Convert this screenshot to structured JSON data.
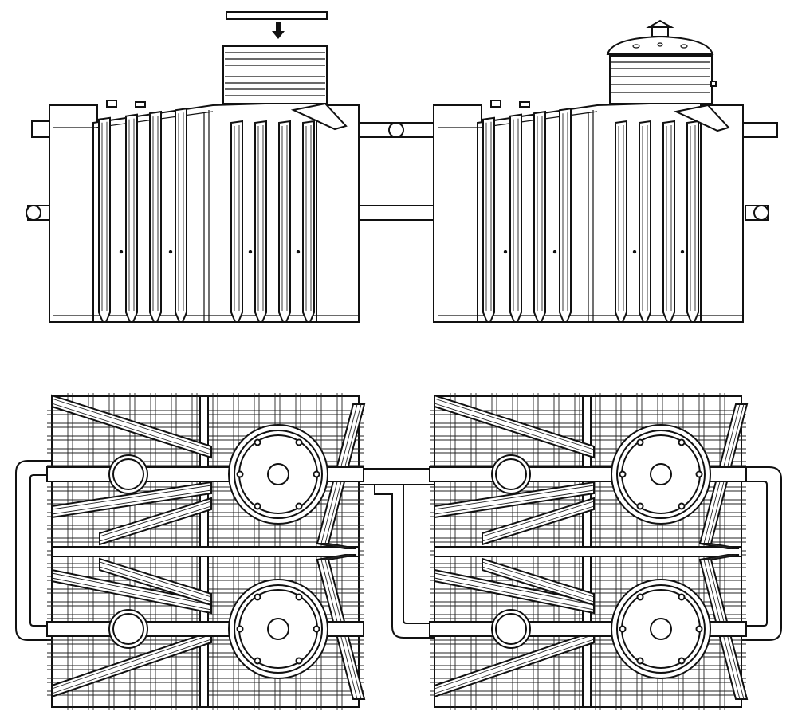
{
  "drawing": {
    "stroke_color": "#111111",
    "background_color": "#ffffff",
    "views": [
      "side-elevation",
      "top-plan"
    ],
    "units": [
      {
        "id": "left",
        "access_shaft": "open-with-inlet-arrow"
      },
      {
        "id": "right",
        "access_shaft": "closed-with-vented-lid"
      }
    ],
    "inlet_arrow_icon": "arrow-down-icon",
    "rib_count_per_half": 4,
    "manholes_per_unit_plan": 2
  }
}
